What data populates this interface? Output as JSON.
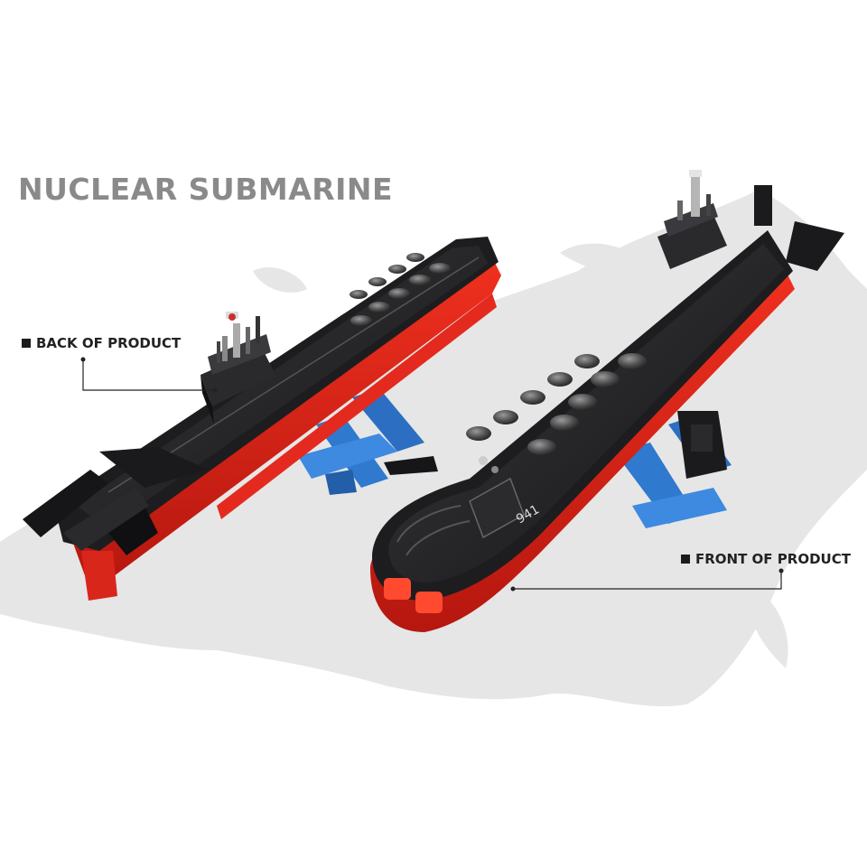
{
  "title": "NUCLEAR SUBMARINE",
  "callouts": {
    "back": "BACK OF PRODUCT",
    "front": "FRONT OF PRODUCT"
  },
  "hull_marking": "941",
  "colors": {
    "title": "#8a8a8a",
    "map": "#e4e4e4",
    "hull_black": "#1d1d1f",
    "hull_red": "#e0261c",
    "stand_blue": "#2f79cf"
  }
}
